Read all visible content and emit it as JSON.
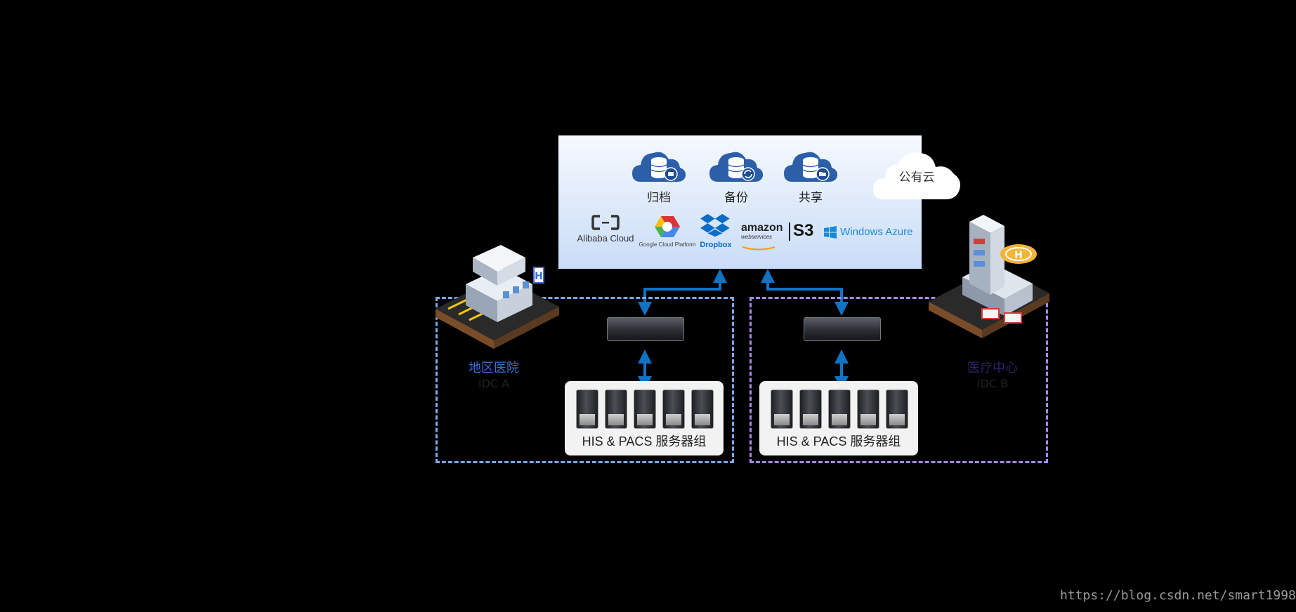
{
  "cloud_services": [
    {
      "label": "归档",
      "icon": "cloud-archive-icon"
    },
    {
      "label": "备份",
      "icon": "cloud-backup-icon"
    },
    {
      "label": "共享",
      "icon": "cloud-share-icon"
    }
  ],
  "public_cloud_label": "公有云",
  "providers": {
    "alibaba": "Alibaba Cloud",
    "google": "Google Cloud Platform",
    "dropbox": "Dropbox",
    "amazon": "amazon",
    "amazon_sub": "webservices",
    "s3": "S3",
    "azure": "Windows Azure"
  },
  "sites": {
    "a": {
      "name": "地区医院",
      "idc": "IDC A",
      "name_color": "#3b6fd1"
    },
    "b": {
      "name": "医疗中心",
      "idc": "IDC B",
      "name_color": "#2b2370"
    }
  },
  "server_group_label": "HIS & PACS 服务器组",
  "watermark": "https://blog.csdn.net/smart1998",
  "colors": {
    "arrow": "#1273c4",
    "idc_a_border": "#7da8e8",
    "idc_b_border": "#a98be0"
  }
}
